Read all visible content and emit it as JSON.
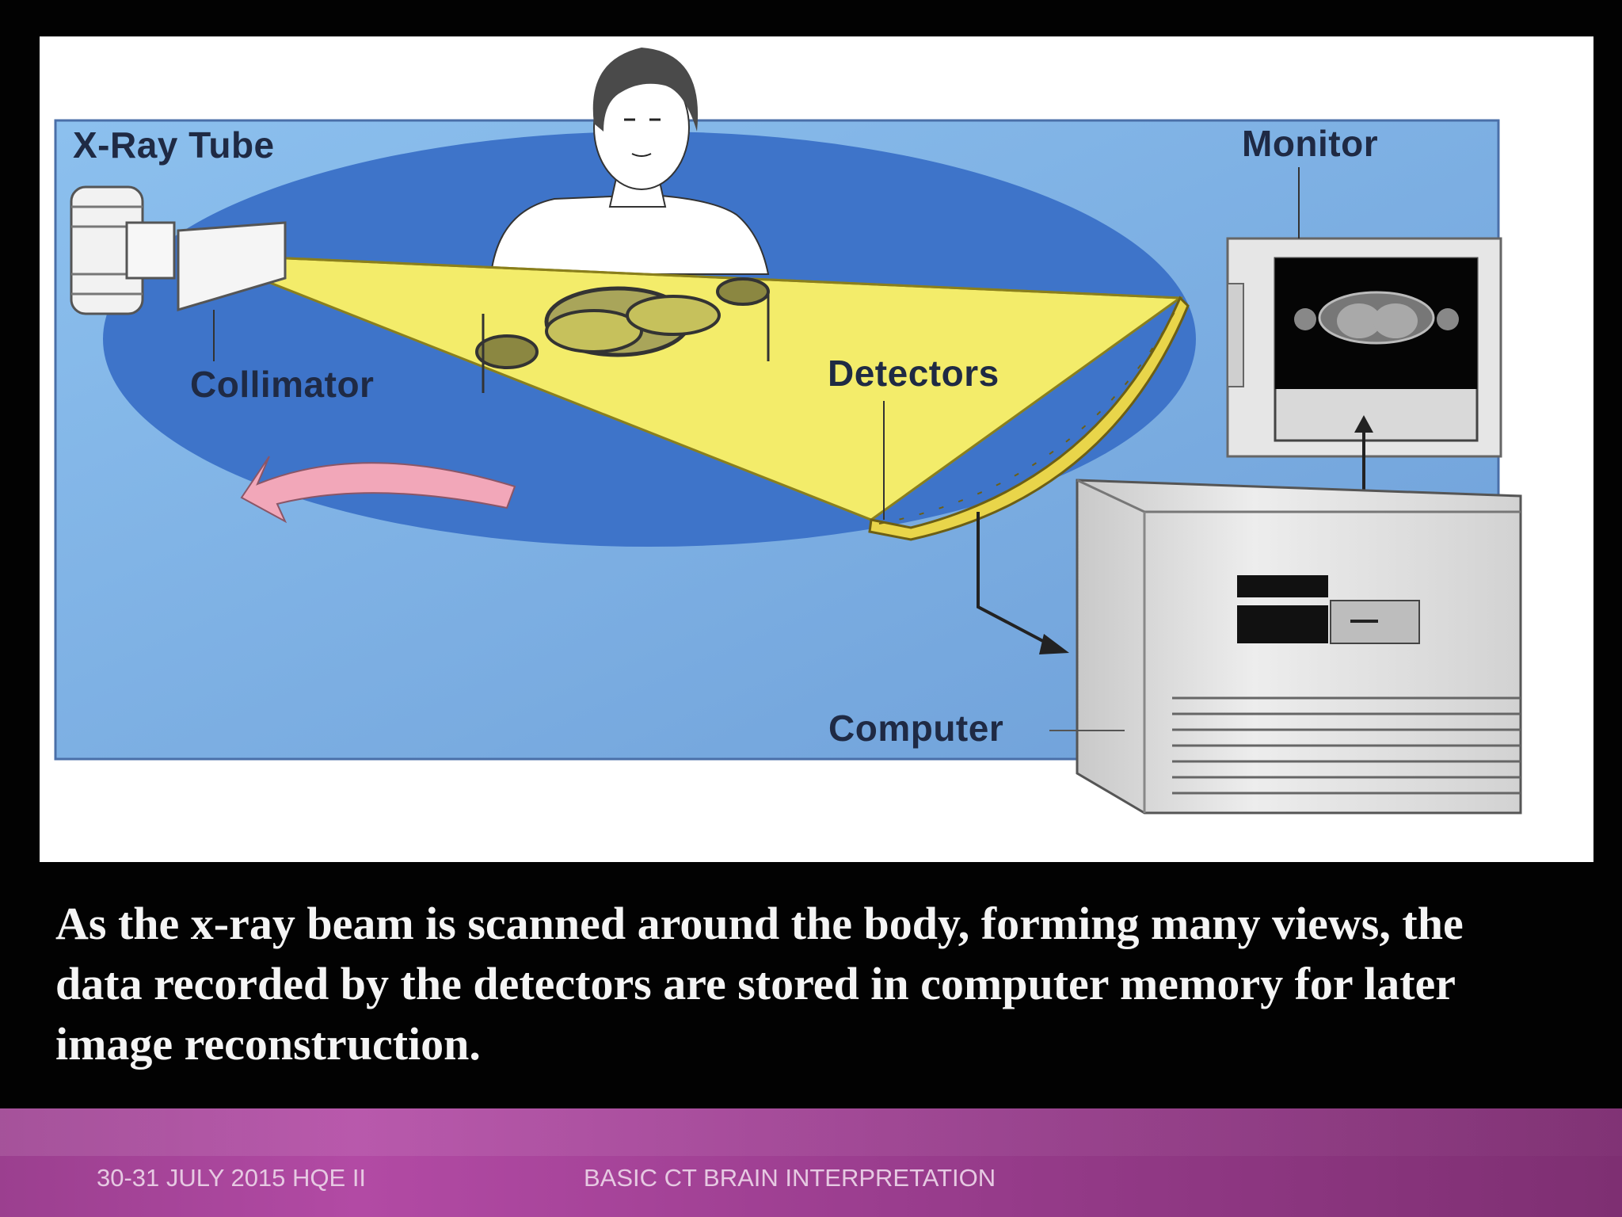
{
  "diagram": {
    "labels": {
      "xray_tube": "X-Ray Tube",
      "monitor": "Monitor",
      "collimator": "Collimator",
      "detectors": "Detectors",
      "computer": "Computer"
    },
    "colors": {
      "background_blue": "#7fb0e4",
      "gantry_ring": "#3e74c9",
      "beam_yellow": "#f3ec6a",
      "detector_arc": "#e9d54a",
      "rotation_arrow": "#f2a7b9",
      "computer_case": "#dcdcdc"
    },
    "icons": [
      "xray-tube-icon",
      "collimator-icon",
      "patient-figure",
      "detector-arc",
      "monitor-icon",
      "computer-icon",
      "rotation-arrow-icon"
    ]
  },
  "caption": "As the x-ray beam is scanned around the body, forming many views, the data recorded by the detectors are stored in computer memory for later image reconstruction.",
  "footer": {
    "date_event": "30-31 JULY 2015  HQE II",
    "title": "BASIC CT BRAIN INTERPRETATION"
  }
}
